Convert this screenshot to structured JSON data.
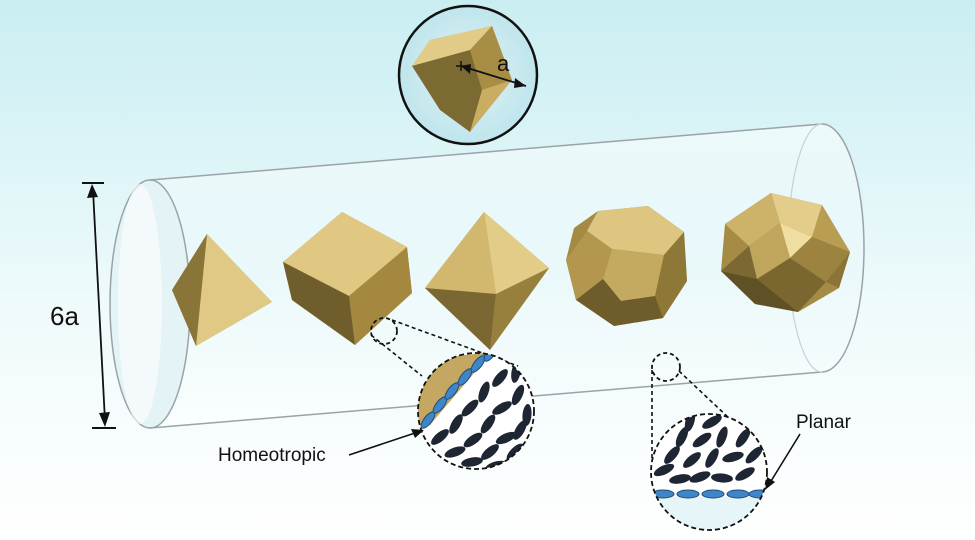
{
  "labels": {
    "edge_length": "a",
    "tube_diameter": "6a",
    "anchoring_left": "Homeotropic",
    "anchoring_right": "Planar"
  },
  "colors": {
    "background_top": "#c9eef2",
    "background_bottom": "#ffffff",
    "particle_light": "#ddc47e",
    "particle_mid": "#bfa45c",
    "particle_dark": "#6b5a2c",
    "molecule_dark": "#1f2633",
    "molecule_surface": "#3f86c8",
    "tube_outline": "#9aa3a8"
  },
  "particles": [
    {
      "shape": "tetrahedron-icon"
    },
    {
      "shape": "cube-icon"
    },
    {
      "shape": "octahedron-icon"
    },
    {
      "shape": "dodecahedron-icon"
    },
    {
      "shape": "icosahedron-icon"
    }
  ]
}
